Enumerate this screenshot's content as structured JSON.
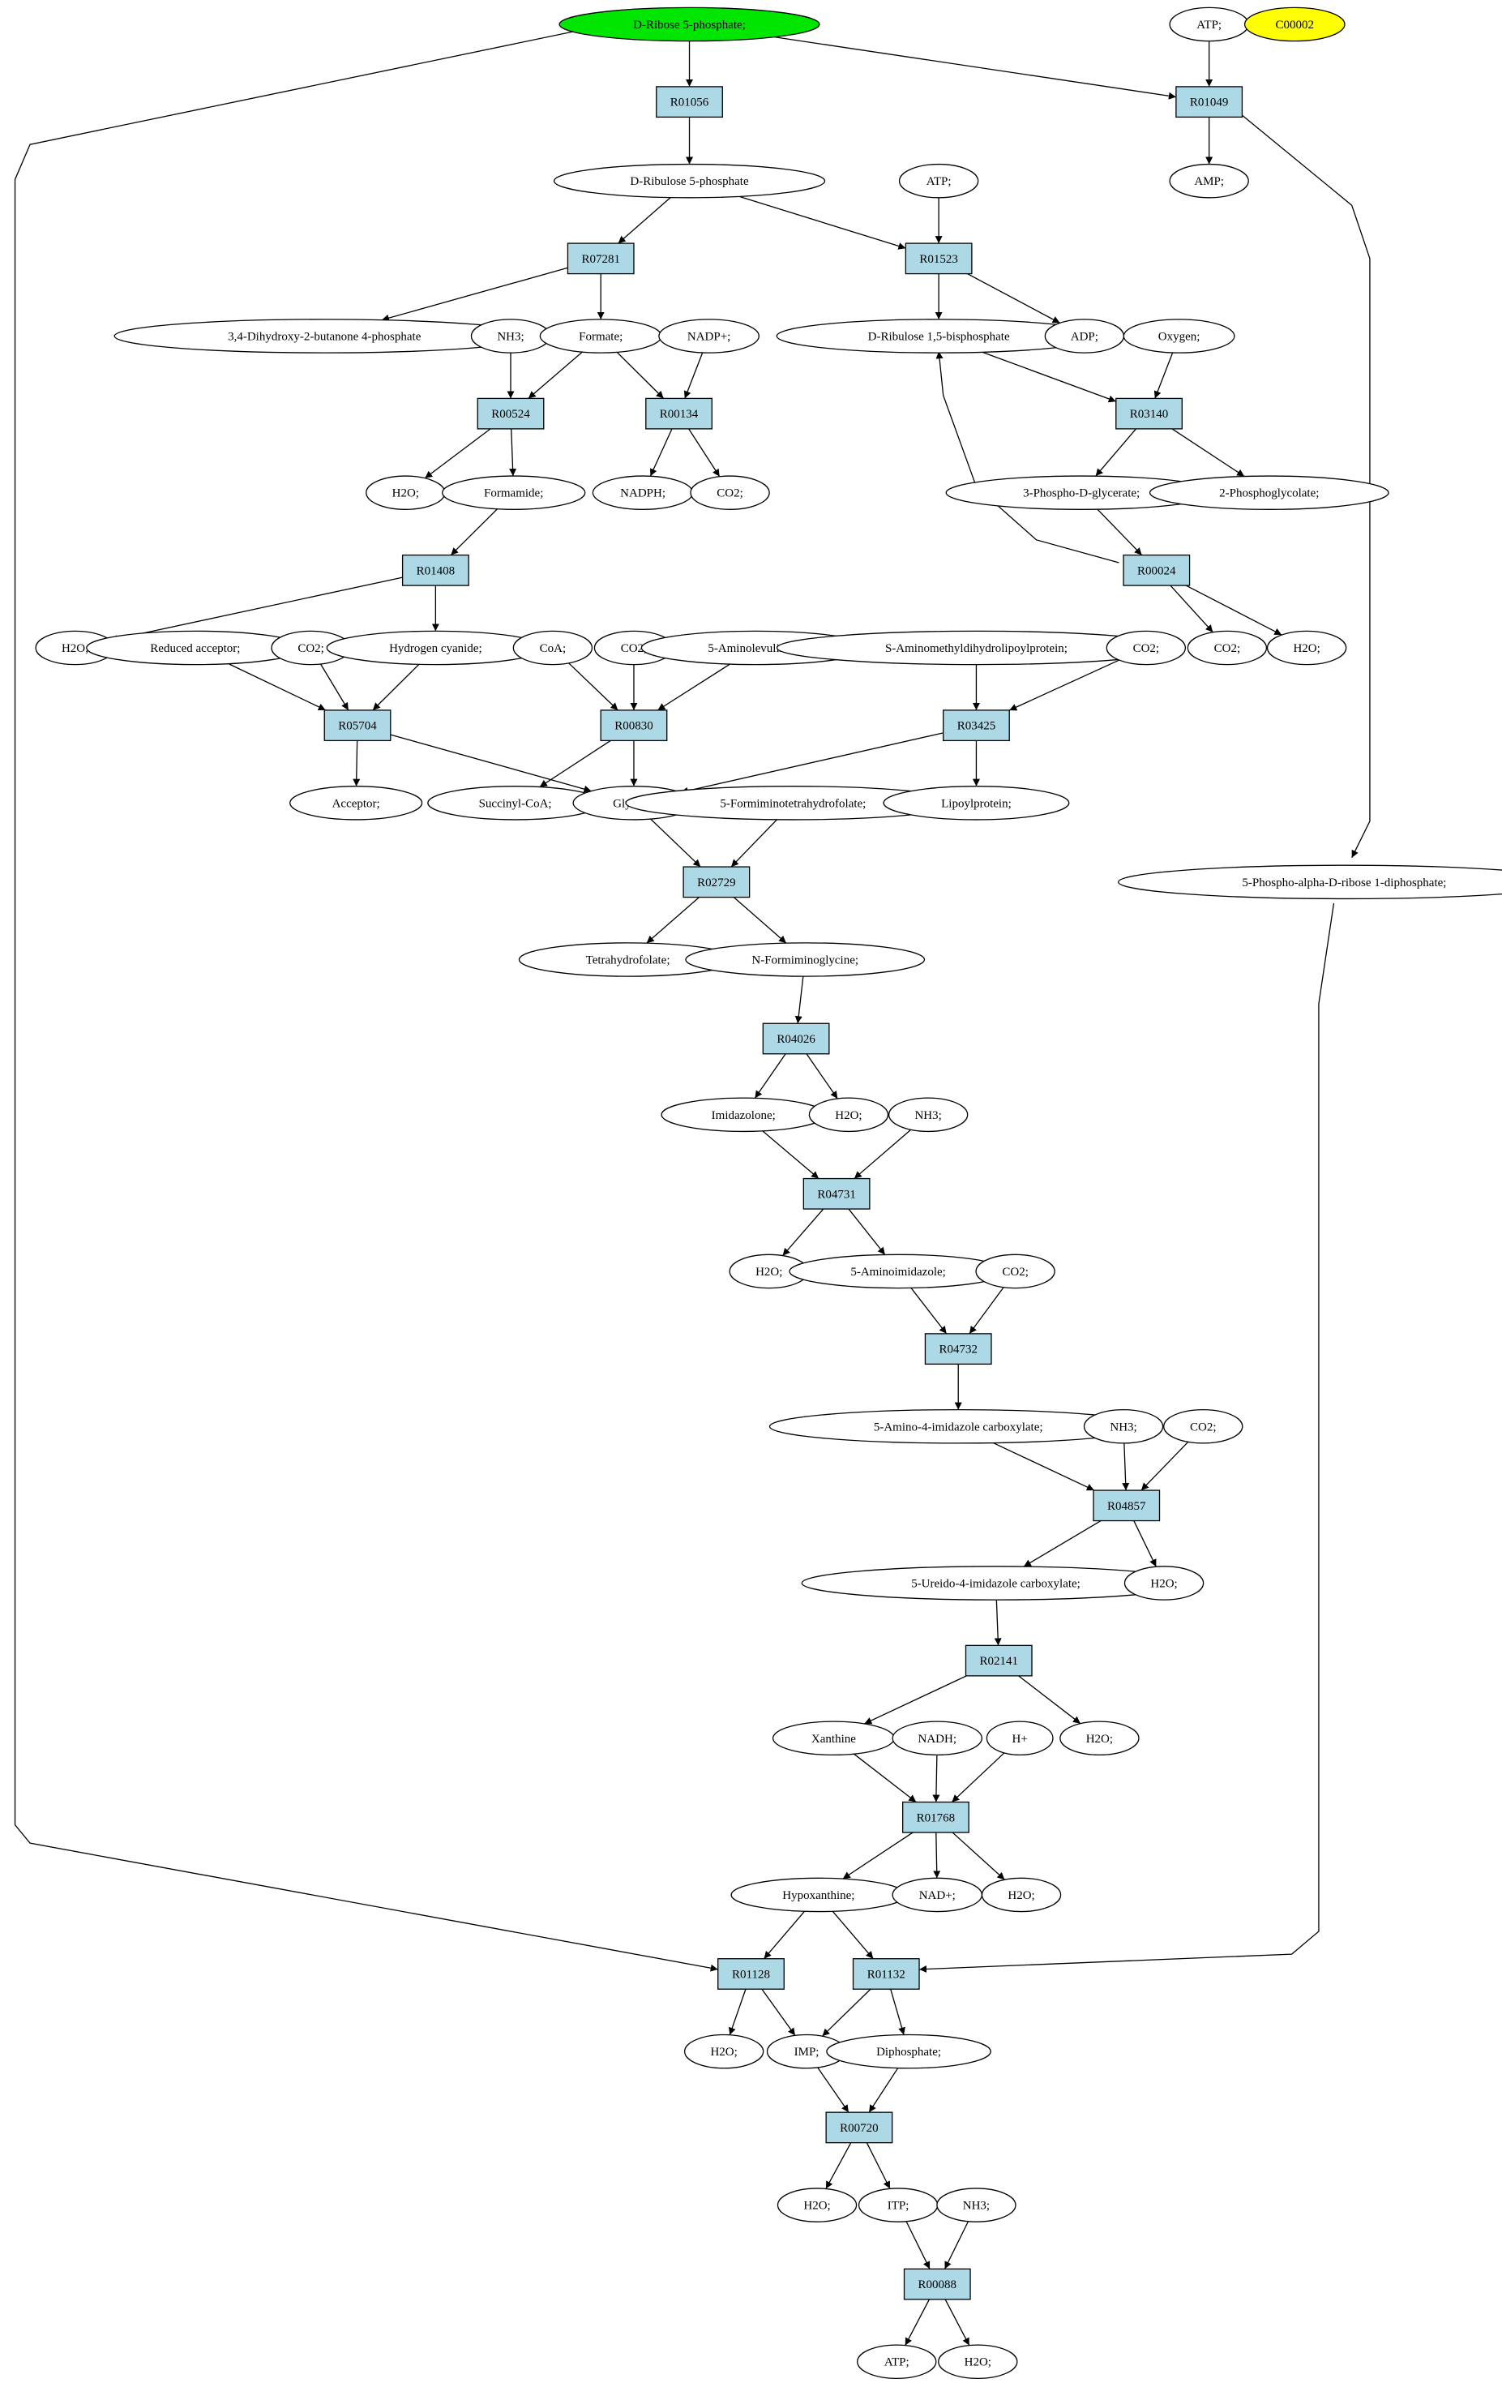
{
  "diagram": {
    "style": {
      "reaction_fill": "#add8e6",
      "compound_fill": "#ffffff",
      "start_compound_fill": "#00e600",
      "highlight_compound_fill": "#ffff00",
      "edge_color": "#000000"
    },
    "reactions": [
      {
        "id": "R01056",
        "label": "R01056"
      },
      {
        "id": "R01049",
        "label": "R01049"
      },
      {
        "id": "R07281",
        "label": "R07281"
      },
      {
        "id": "R01523",
        "label": "R01523"
      },
      {
        "id": "R00524",
        "label": "R00524"
      },
      {
        "id": "R00134",
        "label": "R00134"
      },
      {
        "id": "R03140",
        "label": "R03140"
      },
      {
        "id": "R01408",
        "label": "R01408"
      },
      {
        "id": "R00024",
        "label": "R00024"
      },
      {
        "id": "R05704",
        "label": "R05704"
      },
      {
        "id": "R00830",
        "label": "R00830"
      },
      {
        "id": "R03425",
        "label": "R03425"
      },
      {
        "id": "R02729",
        "label": "R02729"
      },
      {
        "id": "R04026",
        "label": "R04026"
      },
      {
        "id": "R04731",
        "label": "R04731"
      },
      {
        "id": "R04732",
        "label": "R04732"
      },
      {
        "id": "R04857",
        "label": "R04857"
      },
      {
        "id": "R02141",
        "label": "R02141"
      },
      {
        "id": "R01768",
        "label": "R01768"
      },
      {
        "id": "R01128",
        "label": "R01128"
      },
      {
        "id": "R01132",
        "label": "R01132"
      },
      {
        "id": "R00720",
        "label": "R00720"
      },
      {
        "id": "R00088",
        "label": "R00088"
      }
    ],
    "compounds": [
      {
        "id": "c_r5p",
        "label": "D-Ribose 5-phosphate;",
        "kind": "start"
      },
      {
        "id": "c_atp1",
        "label": "ATP;"
      },
      {
        "id": "c_c00002",
        "label": "C00002",
        "kind": "yellow"
      },
      {
        "id": "c_ru5p",
        "label": "D-Ribulose 5-phosphate"
      },
      {
        "id": "c_atp2",
        "label": "ATP;"
      },
      {
        "id": "c_amp",
        "label": "AMP;"
      },
      {
        "id": "c_dhbp",
        "label": "3,4-Dihydroxy-2-butanone 4-phosphate"
      },
      {
        "id": "c_nh3a",
        "label": "NH3;"
      },
      {
        "id": "c_formate",
        "label": "Formate;"
      },
      {
        "id": "c_nadp",
        "label": "NADP+;"
      },
      {
        "id": "c_rubp",
        "label": "D-Ribulose 1,5-bisphosphate"
      },
      {
        "id": "c_adp",
        "label": "ADP;"
      },
      {
        "id": "c_oxygen",
        "label": "Oxygen;"
      },
      {
        "id": "c_h2o_a",
        "label": "H2O;"
      },
      {
        "id": "c_formamide",
        "label": "Formamide;"
      },
      {
        "id": "c_nadph",
        "label": "NADPH;"
      },
      {
        "id": "c_co2_a",
        "label": "CO2;"
      },
      {
        "id": "c_3pg",
        "label": "3-Phospho-D-glycerate;"
      },
      {
        "id": "c_2pgl",
        "label": "2-Phosphoglycolate;"
      },
      {
        "id": "c_h2o_b",
        "label": "H2O;"
      },
      {
        "id": "c_redacc",
        "label": "Reduced acceptor;"
      },
      {
        "id": "c_co2_b",
        "label": "CO2;"
      },
      {
        "id": "c_hcn",
        "label": "Hydrogen cyanide;"
      },
      {
        "id": "c_coa",
        "label": "CoA;"
      },
      {
        "id": "c_co2_c",
        "label": "CO2;"
      },
      {
        "id": "c_ala",
        "label": "5-Aminolevulinate;"
      },
      {
        "id": "c_samdl",
        "label": "S-Aminomethyldihydrolipoylprotein;"
      },
      {
        "id": "c_co2_d",
        "label": "CO2;"
      },
      {
        "id": "c_co2_e",
        "label": "CO2;"
      },
      {
        "id": "c_h2o_c",
        "label": "H2O;"
      },
      {
        "id": "c_acceptor",
        "label": "Acceptor;"
      },
      {
        "id": "c_succoa",
        "label": "Succinyl-CoA;"
      },
      {
        "id": "c_glycine",
        "label": "Glycine;"
      },
      {
        "id": "c_5fthf",
        "label": "5-Formiminotetrahydrofolate;"
      },
      {
        "id": "c_lipo",
        "label": "Lipoylprotein;"
      },
      {
        "id": "c_prpp",
        "label": "5-Phospho-alpha-D-ribose 1-diphosphate;"
      },
      {
        "id": "c_thf",
        "label": "Tetrahydrofolate;"
      },
      {
        "id": "c_nfg",
        "label": "N-Formiminoglycine;"
      },
      {
        "id": "c_imidazolone",
        "label": "Imidazolone;"
      },
      {
        "id": "c_h2o_d",
        "label": "H2O;"
      },
      {
        "id": "c_nh3b",
        "label": "NH3;"
      },
      {
        "id": "c_h2o_e",
        "label": "H2O;"
      },
      {
        "id": "c_5ai",
        "label": "5-Aminoimidazole;"
      },
      {
        "id": "c_co2_f",
        "label": "CO2;"
      },
      {
        "id": "c_5a4ic",
        "label": "5-Amino-4-imidazole carboxylate;"
      },
      {
        "id": "c_nh3c",
        "label": "NH3;"
      },
      {
        "id": "c_co2_g",
        "label": "CO2;"
      },
      {
        "id": "c_5u4ic",
        "label": "5-Ureido-4-imidazole carboxylate;"
      },
      {
        "id": "c_h2o_f",
        "label": "H2O;"
      },
      {
        "id": "c_xanthine",
        "label": "Xanthine"
      },
      {
        "id": "c_nadh",
        "label": "NADH;"
      },
      {
        "id": "c_hplus",
        "label": "H+"
      },
      {
        "id": "c_h2o_g",
        "label": "H2O;"
      },
      {
        "id": "c_hypox",
        "label": "Hypoxanthine;"
      },
      {
        "id": "c_nad",
        "label": "NAD+;"
      },
      {
        "id": "c_h2o_h",
        "label": "H2O;"
      },
      {
        "id": "c_h2o_i",
        "label": "H2O;"
      },
      {
        "id": "c_imp",
        "label": "IMP;"
      },
      {
        "id": "c_diphos",
        "label": "Diphosphate;"
      },
      {
        "id": "c_h2o_j",
        "label": "H2O;"
      },
      {
        "id": "c_itp",
        "label": "ITP;"
      },
      {
        "id": "c_nh3d",
        "label": "NH3;"
      },
      {
        "id": "c_atp3",
        "label": "ATP;"
      },
      {
        "id": "c_h2o_k",
        "label": "H2O;"
      }
    ],
    "edges": [
      [
        "c_r5p",
        "R01056"
      ],
      [
        "c_r5p",
        "R01049"
      ],
      [
        "c_r5p",
        "R01128"
      ],
      [
        "c_atp1",
        "R01049"
      ],
      [
        "R01049",
        "c_amp"
      ],
      [
        "R01049",
        "c_prpp"
      ],
      [
        "R01056",
        "c_ru5p"
      ],
      [
        "c_ru5p",
        "R07281"
      ],
      [
        "c_ru5p",
        "R01523"
      ],
      [
        "c_atp2",
        "R01523"
      ],
      [
        "R01523",
        "c_rubp"
      ],
      [
        "R01523",
        "c_adp"
      ],
      [
        "R07281",
        "c_dhbp"
      ],
      [
        "R07281",
        "c_formate"
      ],
      [
        "c_nh3a",
        "R00524"
      ],
      [
        "c_formate",
        "R00524"
      ],
      [
        "c_formate",
        "R00134"
      ],
      [
        "c_nadp",
        "R00134"
      ],
      [
        "R00524",
        "c_h2o_a"
      ],
      [
        "R00524",
        "c_formamide"
      ],
      [
        "R00134",
        "c_nadph"
      ],
      [
        "R00134",
        "c_co2_a"
      ],
      [
        "c_rubp",
        "R03140"
      ],
      [
        "c_oxygen",
        "R03140"
      ],
      [
        "R03140",
        "c_3pg"
      ],
      [
        "R03140",
        "c_2pgl"
      ],
      [
        "c_3pg",
        "R00024"
      ],
      [
        "R00024",
        "c_rubp"
      ],
      [
        "R00024",
        "c_co2_e"
      ],
      [
        "R00024",
        "c_h2o_c"
      ],
      [
        "c_formamide",
        "R01408"
      ],
      [
        "R01408",
        "c_h2o_b"
      ],
      [
        "R01408",
        "c_hcn"
      ],
      [
        "c_redacc",
        "R05704"
      ],
      [
        "c_co2_b",
        "R05704"
      ],
      [
        "c_hcn",
        "R05704"
      ],
      [
        "R05704",
        "c_acceptor"
      ],
      [
        "R05704",
        "c_glycine"
      ],
      [
        "c_coa",
        "R00830"
      ],
      [
        "c_co2_c",
        "R00830"
      ],
      [
        "c_ala",
        "R00830"
      ],
      [
        "R00830",
        "c_succoa"
      ],
      [
        "R00830",
        "c_glycine"
      ],
      [
        "c_samdl",
        "R03425"
      ],
      [
        "c_co2_d",
        "R03425"
      ],
      [
        "R03425",
        "c_glycine"
      ],
      [
        "R03425",
        "c_lipo"
      ],
      [
        "c_glycine",
        "R02729"
      ],
      [
        "c_5fthf",
        "R02729"
      ],
      [
        "R02729",
        "c_thf"
      ],
      [
        "R02729",
        "c_nfg"
      ],
      [
        "c_nfg",
        "R04026"
      ],
      [
        "R04026",
        "c_imidazolone"
      ],
      [
        "R04026",
        "c_h2o_d"
      ],
      [
        "c_imidazolone",
        "R04731"
      ],
      [
        "c_nh3b",
        "R04731"
      ],
      [
        "R04731",
        "c_h2o_e"
      ],
      [
        "R04731",
        "c_5ai"
      ],
      [
        "c_5ai",
        "R04732"
      ],
      [
        "c_co2_f",
        "R04732"
      ],
      [
        "R04732",
        "c_5a4ic"
      ],
      [
        "c_5a4ic",
        "R04857"
      ],
      [
        "c_nh3c",
        "R04857"
      ],
      [
        "c_co2_g",
        "R04857"
      ],
      [
        "R04857",
        "c_5u4ic"
      ],
      [
        "R04857",
        "c_h2o_f"
      ],
      [
        "c_5u4ic",
        "R02141"
      ],
      [
        "R02141",
        "c_xanthine"
      ],
      [
        "R02141",
        "c_h2o_g"
      ],
      [
        "c_xanthine",
        "R01768"
      ],
      [
        "c_nadh",
        "R01768"
      ],
      [
        "c_hplus",
        "R01768"
      ],
      [
        "R01768",
        "c_hypox"
      ],
      [
        "R01768",
        "c_nad"
      ],
      [
        "R01768",
        "c_h2o_h"
      ],
      [
        "c_hypox",
        "R01128"
      ],
      [
        "c_hypox",
        "R01132"
      ],
      [
        "c_prpp",
        "R01132"
      ],
      [
        "R01128",
        "c_h2o_i"
      ],
      [
        "R01128",
        "c_imp"
      ],
      [
        "R01132",
        "c_imp"
      ],
      [
        "R01132",
        "c_diphos"
      ],
      [
        "c_imp",
        "R00720"
      ],
      [
        "c_diphos",
        "R00720"
      ],
      [
        "R00720",
        "c_h2o_j"
      ],
      [
        "R00720",
        "c_itp"
      ],
      [
        "c_itp",
        "R00088"
      ],
      [
        "c_nh3d",
        "R00088"
      ],
      [
        "R00088",
        "c_atp3"
      ],
      [
        "R00088",
        "c_h2o_k"
      ]
    ]
  }
}
